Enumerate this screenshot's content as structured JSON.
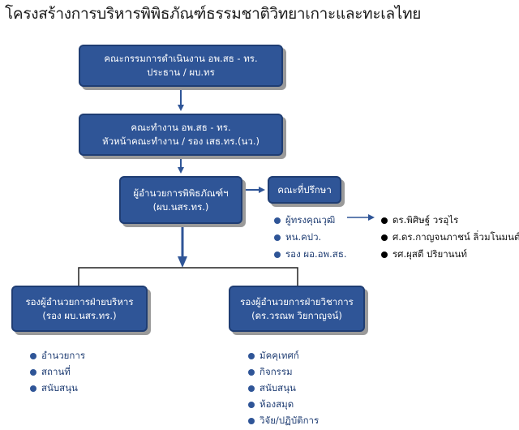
{
  "title": "โครงสร้างการบริหารพิพิธภัณฑ์ธรรมชาติวิทยาเกาะและทะเลไทย",
  "colors": {
    "box_fill": "#2f5597",
    "box_border": "#1f3d73",
    "connector": "#2f5597",
    "shadow": "#9a9a9a"
  },
  "boxes": {
    "exec_committee": {
      "line1": "คณะกรรมการดำเนินงาน อพ.สธ - ทร.",
      "line2": "ประธาน / ผบ.ทร"
    },
    "working_committee": {
      "line1": "คณะทำงาน อพ.สธ - ทร.",
      "line2": "หัวหน้าคณะทำงาน / รอง เสธ.ทร.(นว.)"
    },
    "director": {
      "line1": "ผู้อำนวยการพิพิธภัณฑ์ฯ",
      "line2": "(ผบ.นสร.ทร.)"
    },
    "advisors": {
      "line1": "คณะที่ปรึกษา"
    },
    "admin_deputy": {
      "line1": "รองผู้อำนวยการฝ่ายบริหาร",
      "line2": "(รอง ผบ.นสร.ทร.)"
    },
    "academic_deputy": {
      "line1": "รองผู้อำนวยการฝ่ายวิชาการ",
      "line2": "(ดร.วรณพ วิยกาญจน์)"
    }
  },
  "advisor_titles": [
    "ผู้ทรงคุณวุฒิ",
    "หน.คปว.",
    "รอง ผอ.อพ.สธ."
  ],
  "advisor_names": [
    "ดร.พิศิษฐ์ วรอุไร",
    "ศ.ดร.กาญจนภาชน์ ลิ่วมโนมนต์",
    "รศ.ผุสตี ปริยานนท์"
  ],
  "admin_units": [
    "อำนวยการ",
    "สถานที่",
    "สนับสนุน"
  ],
  "academic_units": [
    "มัคคุเทศก์",
    "กิจกรรม",
    "สนับสนุน",
    "ห้องสมุด",
    "วิจัย/ปฏิบัติการ"
  ]
}
